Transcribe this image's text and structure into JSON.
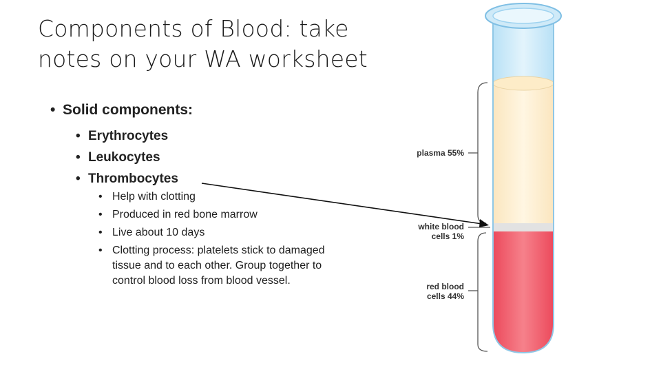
{
  "title": {
    "line1": "Components of Blood: take",
    "line2": "notes on your WA worksheet"
  },
  "bullets": {
    "solid_components": "Solid components:",
    "cell_types": [
      "Erythrocytes",
      "Leukocytes",
      "Thrombocytes"
    ],
    "thrombocyte_notes": [
      "Help with clotting",
      "Produced in red bone marrow",
      "Live about 10 days",
      "Clotting process: platelets stick to damaged tissue and to each other. Group together to control blood loss from blood vessel."
    ]
  },
  "diagram": {
    "plasma_label": "plasma 55%",
    "wbc_label_line1": "white blood",
    "wbc_label_line2": "cells 1%",
    "rbc_label_line1": "red blood",
    "rbc_label_line2": "cells 44%",
    "colors": {
      "plasma": "#fdf0d2",
      "rbc": "#f0606e",
      "buffy_coat": "#e2e2e2",
      "glass": "#cfeaf8",
      "rim": "#9fd3f0"
    }
  }
}
